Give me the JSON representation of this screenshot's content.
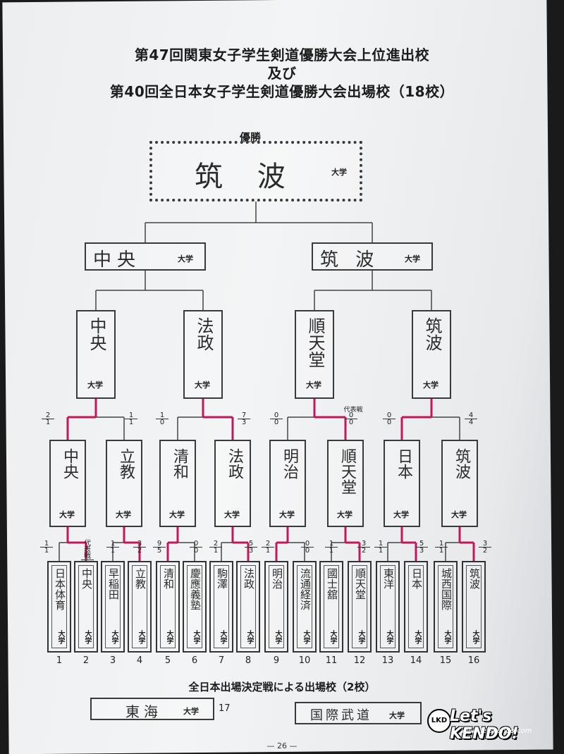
{
  "title": {
    "line1": "第47回関東女子学生剣道優勝大会上位進出校",
    "line2": "及び",
    "line3": "第40回全日本女子学生剣道優勝大会出場校（18校）"
  },
  "suffix": "大学",
  "champion": {
    "label": "優勝",
    "name": "筑 波"
  },
  "final": [
    {
      "name": "中央"
    },
    {
      "name": "筑 波"
    }
  ],
  "semis": [
    {
      "name": "中央"
    },
    {
      "name": "法政"
    },
    {
      "name": "順天堂"
    },
    {
      "name": "筑波"
    }
  ],
  "quarters": [
    {
      "name": "中央"
    },
    {
      "name": "立教"
    },
    {
      "name": "清和"
    },
    {
      "name": "法政"
    },
    {
      "name": "明治"
    },
    {
      "name": "順天堂"
    },
    {
      "name": "日本"
    },
    {
      "name": "筑波"
    }
  ],
  "round2_scores": [
    {
      "top": "2",
      "bottom": "1"
    },
    {
      "top": "1",
      "bottom": "1"
    },
    {
      "top": "1",
      "bottom": "0"
    },
    {
      "top": "7",
      "bottom": "3"
    },
    {
      "top": "0",
      "bottom": "0"
    },
    {
      "top": "0",
      "bottom": "0"
    },
    {
      "top": "0",
      "bottom": "0"
    },
    {
      "top": "4",
      "bottom": "4"
    }
  ],
  "round2_note": "代表戦",
  "round1_scores": [
    {
      "top": "1",
      "bottom": "1"
    },
    {
      "top": "代表戦",
      "bottom": ""
    },
    {
      "top": "1",
      "bottom": "1"
    },
    {
      "top": "3",
      "bottom": "2"
    },
    {
      "top": "9",
      "bottom": "5"
    },
    {
      "top": "0",
      "bottom": "0"
    },
    {
      "top": "2",
      "bottom": "1"
    },
    {
      "top": "5",
      "bottom": "3"
    },
    {
      "top": "2",
      "bottom": "1"
    },
    {
      "top": "0",
      "bottom": "0"
    },
    {
      "top": "1",
      "bottom": "1"
    },
    {
      "top": "3",
      "bottom": "2"
    },
    {
      "top": "1",
      "bottom": "1"
    },
    {
      "top": "5",
      "bottom": "3"
    },
    {
      "top": "1",
      "bottom": "1"
    },
    {
      "top": "3",
      "bottom": "2"
    }
  ],
  "schools": [
    {
      "no": "1",
      "name": "日本体育"
    },
    {
      "no": "2",
      "name": "中央"
    },
    {
      "no": "3",
      "name": "早稲田"
    },
    {
      "no": "4",
      "name": "立教"
    },
    {
      "no": "5",
      "name": "清和"
    },
    {
      "no": "6",
      "name": "慶應義塾"
    },
    {
      "no": "7",
      "name": "駒澤"
    },
    {
      "no": "8",
      "name": "法政"
    },
    {
      "no": "9",
      "name": "明治"
    },
    {
      "no": "10",
      "name": "流通経済"
    },
    {
      "no": "11",
      "name": "國士舘"
    },
    {
      "no": "12",
      "name": "順天堂"
    },
    {
      "no": "13",
      "name": "東洋"
    },
    {
      "no": "14",
      "name": "日本"
    },
    {
      "no": "15",
      "name": "城西国際"
    },
    {
      "no": "16",
      "name": "筑波"
    }
  ],
  "qualifier": {
    "title": "全日本出場決定戦による出場校（2校）",
    "school17": {
      "name": "東海",
      "no": "17"
    },
    "school18": {
      "name": "国際武道"
    }
  },
  "logo": {
    "text": "Let's KENDO!",
    "url": "www.letskendo.com",
    "mark": "LKD"
  },
  "page_number": "— 26 —",
  "colors": {
    "winner_line": "#c2185b",
    "line": "#444444"
  }
}
